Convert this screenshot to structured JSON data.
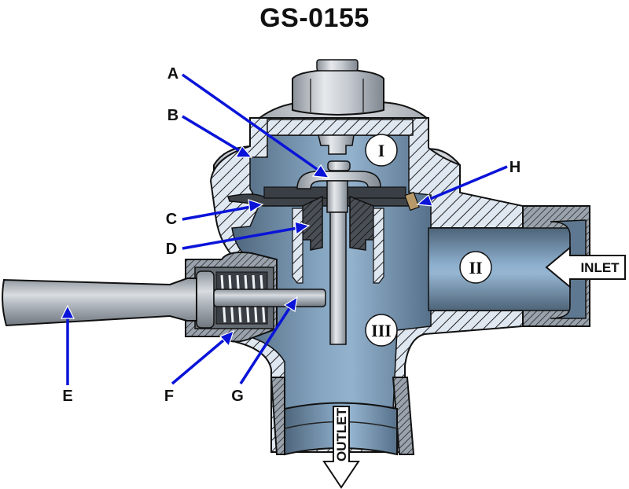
{
  "title": "GS-0155",
  "callouts": [
    {
      "letter": "A",
      "target": "valve-seat-disc"
    },
    {
      "letter": "B",
      "target": "valve-body-cover"
    },
    {
      "letter": "C",
      "target": "diaphragm"
    },
    {
      "letter": "D",
      "target": "relief-valve-seat"
    },
    {
      "letter": "E",
      "target": "handle"
    },
    {
      "letter": "F",
      "target": "handle-spring"
    },
    {
      "letter": "G",
      "target": "plunger"
    },
    {
      "letter": "H",
      "target": "bypass-filter"
    }
  ],
  "chambers": [
    {
      "numeral": "I",
      "name": "upper-chamber"
    },
    {
      "numeral": "II",
      "name": "inlet-chamber"
    },
    {
      "numeral": "III",
      "name": "outlet-chamber"
    }
  ],
  "flow_labels": {
    "inlet": "INLET",
    "outlet": "OUTLET"
  },
  "colors": {
    "leader": "#0a14d8",
    "chamber_water": "#6f8fab",
    "section_hatch_bg": "#dde6f0",
    "metal": "#b8bec6",
    "rubber": "#3c4046"
  }
}
